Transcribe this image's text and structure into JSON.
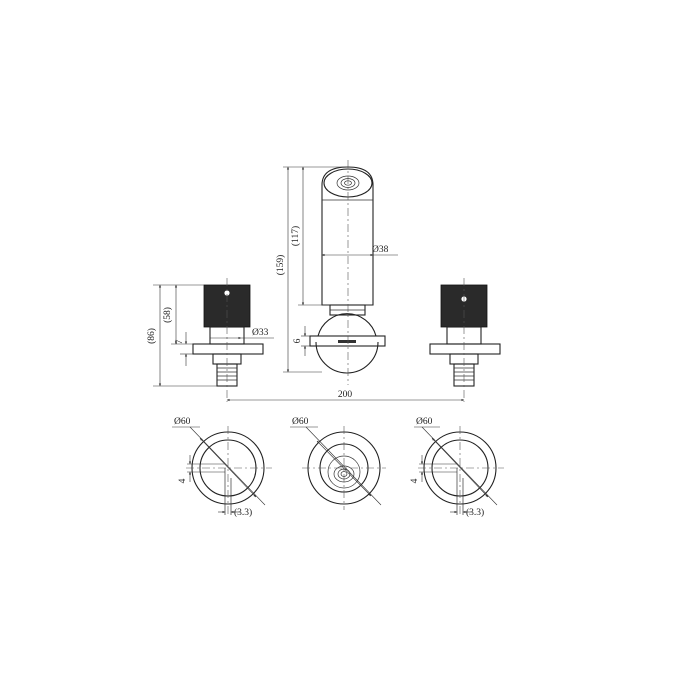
{
  "drawing": {
    "dimensions": {
      "handle_height_86": "(86)",
      "handle_height_58": "(58)",
      "handle_gap_7": "7",
      "handle_dia_33": "Ø33",
      "spout_height_159": "(159)",
      "spout_height_117": "(117)",
      "spout_gap_6": "6",
      "spout_dia_38": "Ø38",
      "center_distance_200": "200",
      "left_plate_dia": "Ø60",
      "left_offset_4": "4",
      "left_hole_33": "(3.3)",
      "center_plate_dia": "Ø60",
      "right_plate_dia": "Ø60",
      "right_offset_4": "4",
      "right_hole_33": "(3.3)"
    },
    "colors": {
      "line": "#222222",
      "handle_fill": "#2a2a2a",
      "background": "#ffffff"
    }
  }
}
